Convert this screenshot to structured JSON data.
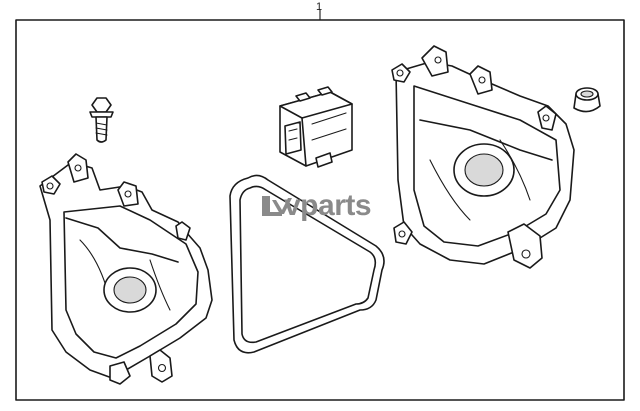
{
  "diagram": {
    "callout_number": "1",
    "watermark": {
      "text": "vparts",
      "logo_icon": "lv-ribbon-icon",
      "color": "#8a8a8a"
    },
    "frame_border_color": "#1a1a1a",
    "parts": [
      {
        "name": "bolt",
        "icon": "bolt-icon"
      },
      {
        "name": "control-module",
        "icon": "module-icon"
      },
      {
        "name": "gasket",
        "icon": "gasket-icon"
      },
      {
        "name": "cap",
        "icon": "cap-icon"
      },
      {
        "name": "left-lamp-housing",
        "icon": "lamp-housing-icon"
      },
      {
        "name": "right-lamp-housing",
        "icon": "lamp-housing-icon"
      }
    ]
  }
}
